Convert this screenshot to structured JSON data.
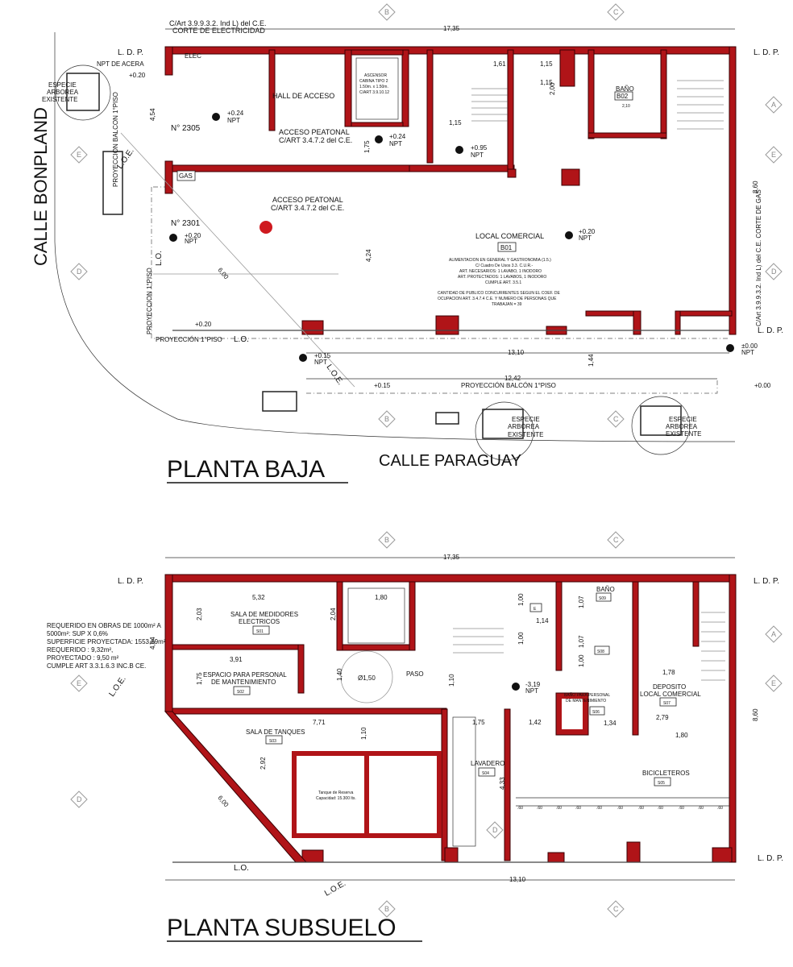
{
  "planta_baja": {
    "title": "PLANTA BAJA",
    "street_bottom": "CALLE PARAGUAY",
    "street_left": "CALLE BONPLAND",
    "top_note_1": "C/Art 3.9.9.3.2. Ind L) del C.E.",
    "top_note_2": "CORTE DE ELECTRICIDAD",
    "dim_top": "17,35",
    "dim_bottom": "13,10",
    "dim_balcon": "12,42",
    "npt_acera": "NPT DE ACERA",
    "elec": "ELEC",
    "especie": [
      "ESPECIE",
      "ARBOREA",
      "EXISTENTE"
    ],
    "hall": "HALL DE ACCESO",
    "num_2305": "N° 2305",
    "num_2301": "N° 2301",
    "acceso_1": [
      "ACCESO PEATONAL",
      "C/ART 3.4.7.2 del C.E."
    ],
    "acceso_2": [
      "ACCESO PEATONAL",
      "C/ART 3.4.7.2 del C.E."
    ],
    "ascensor": [
      "ASCENSOR",
      "CABINA TIPO 2",
      "1.50m. x 1.50m.",
      "C/ART 3.9.10.12"
    ],
    "gas": "GAS",
    "local": "LOCAL COMERCIAL",
    "local_code": "B01",
    "bano": "BAÑO",
    "bano_code": "B02",
    "local_notes": [
      "ALIMENTACION EN GENERAL Y GASTRONOMIA (1.5.)",
      "C/ Cuadro De Usos 3.3. C.U.R.-",
      "ART. NECESARIOS: 1 LAVABO, 1 INODORO",
      "ART. PROTECTADOS: 1 LAVABOS, 1 INODORO",
      "CUMPLE ART. 3.5.1",
      "CANTIDAD DE PUBLICO CONCURRENTES SEGUN EL COEF. DE",
      "OCUPACION ART. 3.4.7.4 C.E. Y NUMERO DE PERSONAS QUE",
      "TRABAJAN = 39"
    ],
    "proy_balcon_left": "PROYECCION BALCON 1°PISO",
    "proy_1piso_left": "PROYECCION 1°PISO",
    "proy_1piso_bottom": "PROYECCIÓN 1°PISO",
    "proy_balcon_bottom": "PROYECCIÓN BALCÓN 1°PISO",
    "corte_gas": "C/Art 3.9.9.3.2. Ind L) del C.E. CORTE DE GAS",
    "levels": [
      "+0.24",
      "+0.24",
      "+0.95",
      "+0.20",
      "+0.20",
      "+0.15",
      "±0.00",
      "+0.20",
      "+0.20",
      "+0.15",
      "+0.00"
    ],
    "npt": "NPT",
    "ldp": "L. D. P.",
    "lo": "L.O.",
    "loe": "L.O.E.",
    "dims_misc": [
      "4,54",
      "4,24",
      "6,00",
      "8,60",
      "1,44",
      "1,61",
      "1,15",
      "1,15",
      "2,00",
      "1,75",
      "2,10",
      "1,15"
    ]
  },
  "planta_subsuelo": {
    "title": "PLANTA SUBSUELO",
    "dim_top": "17,35",
    "dim_bottom": "13,10",
    "sala_medidores": [
      "SALA DE MEDIDORES",
      "ELECTRICOS"
    ],
    "s01": "S01",
    "espacio": [
      "ESPACIO PARA PERSONAL",
      "DE MANTENIMIENTO"
    ],
    "s02": "S02",
    "sala_tanques": "SALA DE TANQUES",
    "s03": "S03",
    "tanque": [
      "Tanque de Reserva",
      "Capacidad: 15.300 lts."
    ],
    "lavadero": "LAVADERO",
    "s04": "S04",
    "bicicleteros": "BICICLETEROS",
    "s05": "S05",
    "bano_personal": [
      "BAÑO PARA PERSONAL",
      "DE MANTENIMIENTO"
    ],
    "s06": "S06",
    "deposito": [
      "DEPOSITO",
      "LOCAL COMERCIAL"
    ],
    "s07": "S07",
    "bano": "BAÑO",
    "s08": "S08",
    "s09": "S09",
    "paso": "PASO",
    "diam": "Ø1,50",
    "e_mark": "E",
    "level": "-3,19",
    "npt": "NPT",
    "note": [
      "REQUERIDO EN OBRAS DE 1000m² A",
      "5000m²: SUP X 0,6%",
      "SUPERFICIE PROYECTADA: 1553,69m²",
      "REQUERIDO : 9,32m²,",
      "PROYECTADO : 9,50 m²",
      "CUMPLE ART 3.3.1.6.3 INC.B CE."
    ],
    "dims": [
      "5,32",
      "2,03",
      "3,91",
      "1,75",
      "7,71",
      "1,10",
      "2,92",
      "1,40",
      "1,80",
      "2,04",
      "1,00",
      "1,14",
      "1,00",
      "1,10",
      "1,75",
      "1,42",
      "1,34",
      "1,07",
      "1,07",
      "1,00",
      "1,78",
      "2,79",
      "1,80",
      "4,33",
      "8,60",
      "6,00",
      "4,54"
    ],
    "bike_spacing": ".60",
    "ldp": "L. D. P.",
    "lo": "L.O.",
    "loe": "L.O.E."
  },
  "grid_markers": [
    "A",
    "B",
    "C",
    "D",
    "E"
  ]
}
